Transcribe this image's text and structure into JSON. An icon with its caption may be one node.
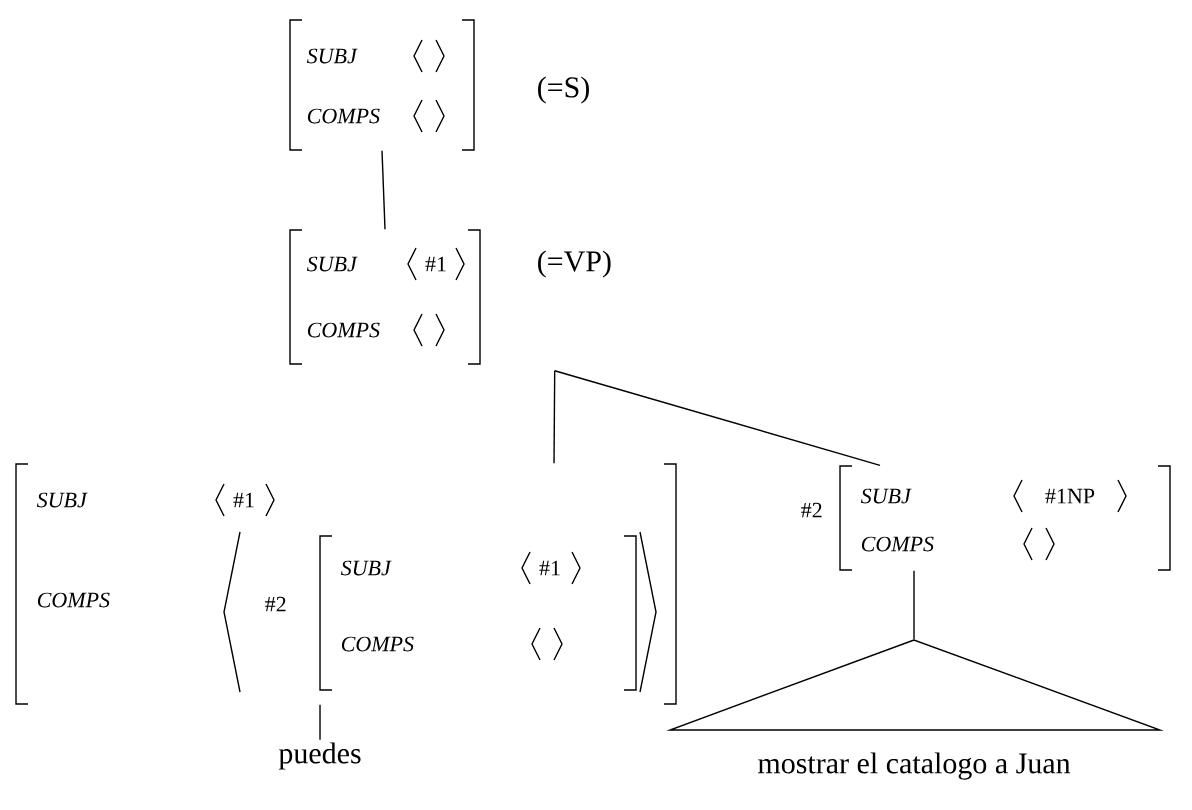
{
  "diagram": {
    "nodes": [
      {
        "text": [
          "SUBJ",
          "COMPS"
        ],
        "beside": [
          "(=S)"
        ]
      },
      {
        "text": [
          "SUBJ",
          "#1",
          "COMPS"
        ],
        "beside": [
          "(=VP)"
        ]
      },
      {
        "text": [
          "SUBJ",
          "#1",
          "COMPS"
        ]
      },
      {
        "text": [
          "SUBJ",
          "#1",
          "COMPS"
        ],
        "beside": [
          "#2"
        ],
        "in": 2
      },
      {
        "text": [
          "SUBJ",
          "#1NP",
          "COMPS"
        ],
        "beside": [
          "#2"
        ]
      },
      {
        "text": [
          "puedes"
        ]
      },
      {
        "text": [
          "mostrar el catalogo a Juan"
        ]
      }
    ],
    "edges": [
      {
        "from": 0,
        "to": 1,
        "arrow": "none"
      },
      {
        "from": 1,
        "to": 2,
        "arrow": "none"
      },
      {
        "from": 1,
        "to": 4,
        "arrow": "none"
      },
      {
        "from": 2,
        "to": 5,
        "arrow": "none"
      },
      {
        "from": 4,
        "to": 6,
        "arrow": "none"
      }
    ]
  }
}
